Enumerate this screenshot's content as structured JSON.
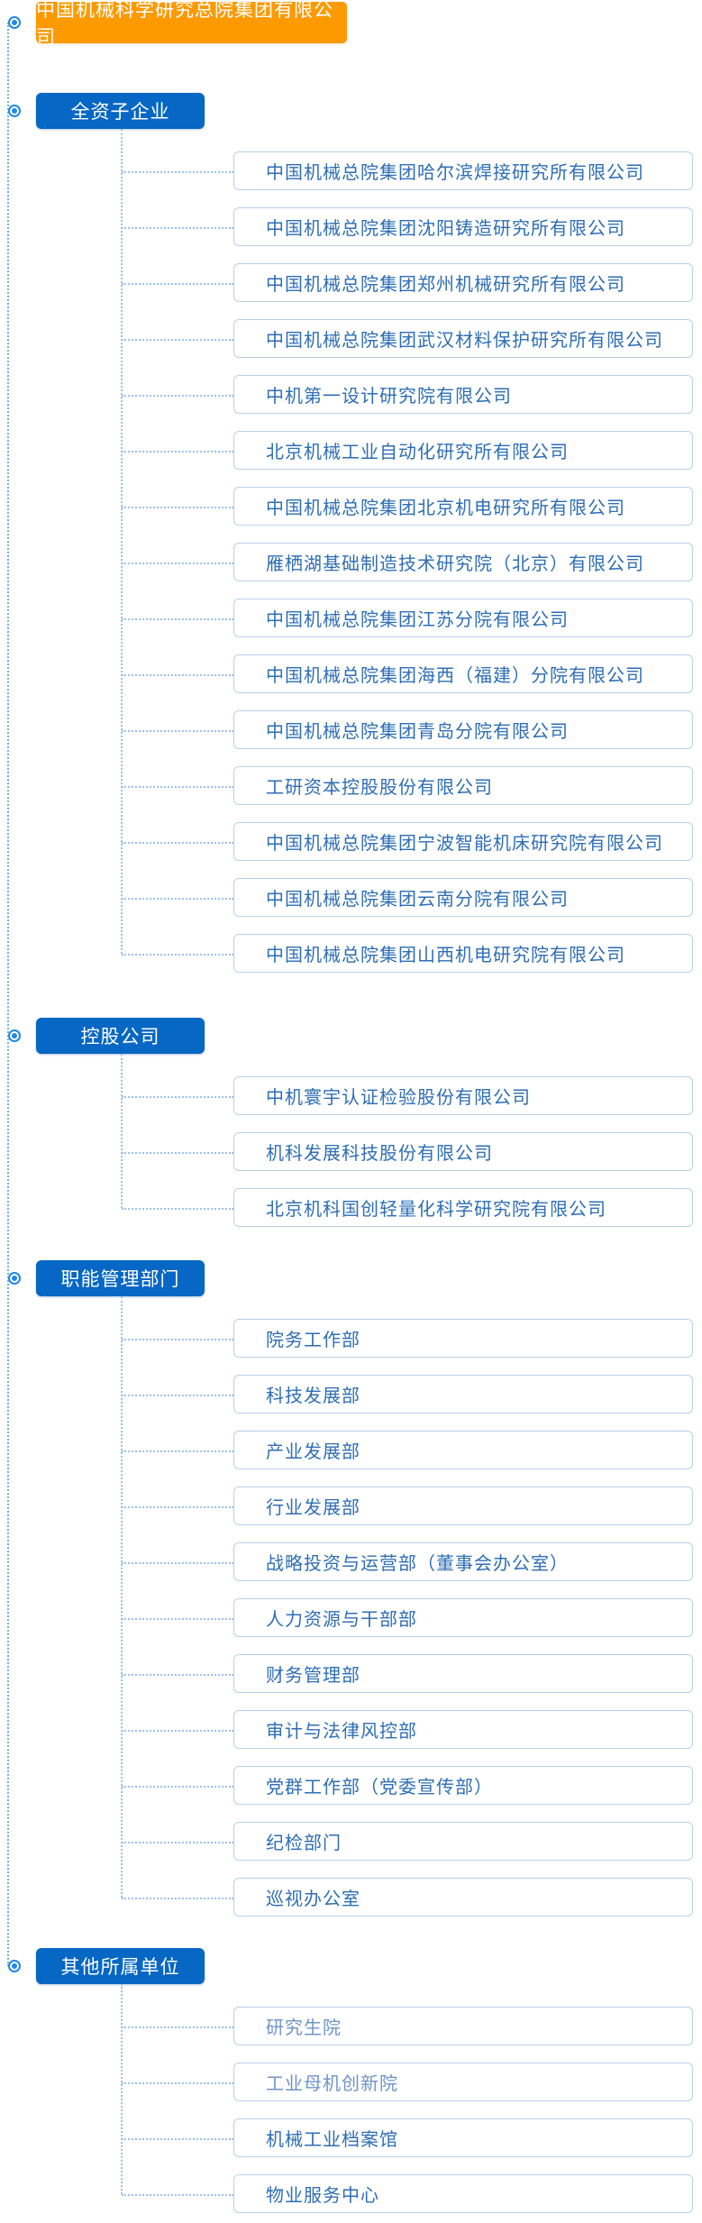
{
  "colors": {
    "root_bg": "#fd9a00",
    "section_bg": "#0667c4",
    "item_border": "#b8d0ea",
    "item_text": "#2e6eb5",
    "item_text_muted": "#6f94c6",
    "connector": "#9cc2ec",
    "bullet": "#1f88e8"
  },
  "root": {
    "label": "中国机械科学研究总院集团有限公司"
  },
  "sections": [
    {
      "label": "全资子企业",
      "items": [
        {
          "label": "中国机械总院集团哈尔滨焊接研究所有限公司"
        },
        {
          "label": "中国机械总院集团沈阳铸造研究所有限公司"
        },
        {
          "label": "中国机械总院集团郑州机械研究所有限公司"
        },
        {
          "label": "中国机械总院集团武汉材料保护研究所有限公司"
        },
        {
          "label": "中机第一设计研究院有限公司"
        },
        {
          "label": "北京机械工业自动化研究所有限公司"
        },
        {
          "label": "中国机械总院集团北京机电研究所有限公司"
        },
        {
          "label": "雁栖湖基础制造技术研究院（北京）有限公司"
        },
        {
          "label": "中国机械总院集团江苏分院有限公司"
        },
        {
          "label": "中国机械总院集团海西（福建）分院有限公司"
        },
        {
          "label": "中国机械总院集团青岛分院有限公司"
        },
        {
          "label": "工研资本控股股份有限公司"
        },
        {
          "label": "中国机械总院集团宁波智能机床研究院有限公司"
        },
        {
          "label": "中国机械总院集团云南分院有限公司"
        },
        {
          "label": "中国机械总院集团山西机电研究院有限公司"
        }
      ]
    },
    {
      "label": "控股公司",
      "items": [
        {
          "label": "中机寰宇认证检验股份有限公司"
        },
        {
          "label": "机科发展科技股份有限公司"
        },
        {
          "label": "北京机科国创轻量化科学研究院有限公司"
        }
      ]
    },
    {
      "label": "职能管理部门",
      "items": [
        {
          "label": "院务工作部"
        },
        {
          "label": "科技发展部"
        },
        {
          "label": "产业发展部"
        },
        {
          "label": "行业发展部"
        },
        {
          "label": "战略投资与运营部（董事会办公室）"
        },
        {
          "label": "人力资源与干部部"
        },
        {
          "label": "财务管理部"
        },
        {
          "label": "审计与法律风控部"
        },
        {
          "label": "党群工作部（党委宣传部）"
        },
        {
          "label": "纪检部门"
        },
        {
          "label": "巡视办公室"
        }
      ]
    },
    {
      "label": "其他所属单位",
      "items": [
        {
          "label": "研究生院",
          "muted": true
        },
        {
          "label": "工业母机创新院",
          "muted": true
        },
        {
          "label": "机械工业档案馆"
        },
        {
          "label": "物业服务中心"
        }
      ]
    }
  ]
}
